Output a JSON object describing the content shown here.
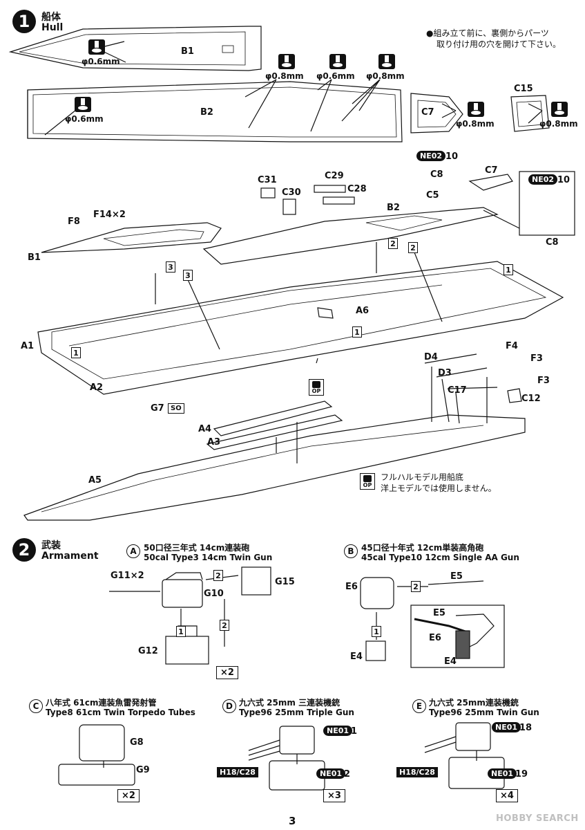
{
  "step1": {
    "number": "1",
    "title_jp": "船体",
    "title_en": "Hull",
    "note_line1": "●組み立て前に、裏側からパーツ",
    "note_line2": "取り付け用の穴を開けて下さい。",
    "hole_small": "φ0.6mm",
    "hole_large": "φ0.8mm",
    "parts": {
      "b1": "B1",
      "b2": "B2",
      "c7": "C7",
      "c15": "C15",
      "c8": "C8",
      "c5": "C5",
      "c31": "C31",
      "c30": "C30",
      "c29": "C29",
      "c28": "C28",
      "f8": "F8",
      "f14x2": "F14×2",
      "a1": "A1",
      "a2": "A2",
      "a6": "A6",
      "g7": "G7",
      "so": "SO",
      "d4": "D4",
      "d3": "D3",
      "f4": "F4",
      "f3a": "F3",
      "f3b": "F3",
      "c17": "C17",
      "c12": "C12",
      "a4": "A4",
      "a3": "A3",
      "a5": "A5"
    },
    "ne02": "NE02",
    "ne02_num": "10",
    "op_label": "OP",
    "op_note_line1": "フルハルモデル用船底",
    "op_note_line2": "洋上モデルでは使用しません。",
    "steps": {
      "s1": "1",
      "s2": "2",
      "s3": "3"
    }
  },
  "step2": {
    "number": "2",
    "title_jp": "武装",
    "title_en": "Armament",
    "sub_a": {
      "letter": "A",
      "jp": "50口径三年式 14cm連装砲",
      "en": "50cal Type3 14cm Twin Gun",
      "parts": [
        "G11×2",
        "G10",
        "G15",
        "G12"
      ],
      "mult": "×2"
    },
    "sub_b": {
      "letter": "B",
      "jp": "45口径十年式 12cm単装高角砲",
      "en": "45cal Type10 12cm Single AA Gun",
      "parts": [
        "E6",
        "E5",
        "E4",
        "E5",
        "E6",
        "E4"
      ]
    },
    "sub_c": {
      "letter": "C",
      "jp": "八年式 61cm連装魚雷発射管",
      "en": "Type8 61cm Twin Torpedo Tubes",
      "parts": [
        "G8",
        "G9"
      ],
      "mult": "×2"
    },
    "sub_d": {
      "letter": "D",
      "jp": "九六式 25mm 三連装機銃",
      "en": "Type96 25mm Triple Gun",
      "tag": "H18/C28",
      "ne": "NE01",
      "n1": "1",
      "n2": "2",
      "mult": "×3"
    },
    "sub_e": {
      "letter": "E",
      "jp": "九六式 25mm連装機銃",
      "en": "Type96 25mm Twin Gun",
      "tag": "H18/C28",
      "ne": "NE01",
      "n1": "18",
      "n2": "19",
      "mult": "×4"
    }
  },
  "page_number": "3",
  "watermark": "HOBBY SEARCH"
}
